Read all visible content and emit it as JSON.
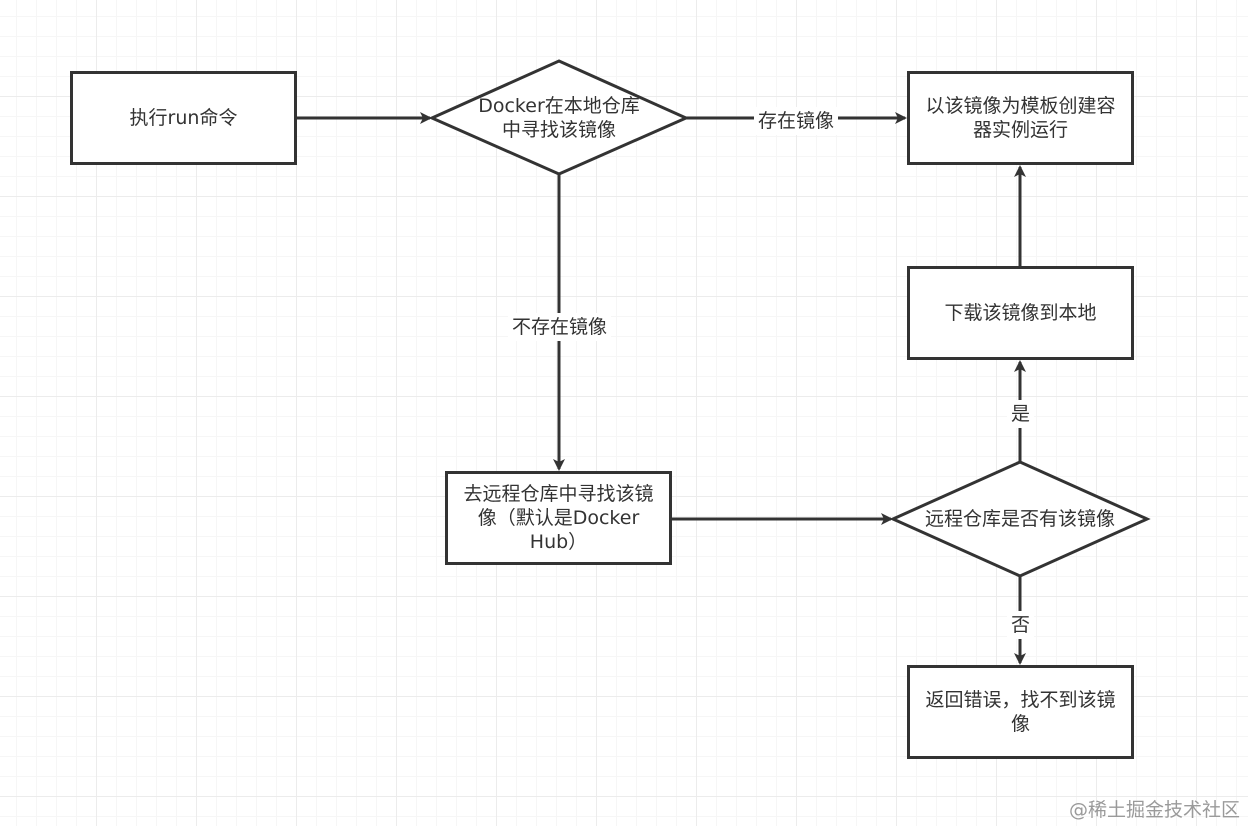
{
  "nodes": {
    "start": "执行run命令",
    "check_local": "Docker在本地仓库中寻找该镜像",
    "create_container": "以该镜像为模板创建容器实例运行",
    "download": "下载该镜像到本地",
    "search_remote": "去远程仓库中寻找该镜像（默认是Docker Hub）",
    "check_remote": "远程仓库是否有该镜像",
    "error": "返回错误，找不到该镜像"
  },
  "edges": {
    "exists": "存在镜像",
    "not_exists": "不存在镜像",
    "yes": "是",
    "no": "否"
  },
  "watermark": "@稀土掘金技术社区",
  "colors": {
    "stroke": "#333333",
    "grid": "#ececec",
    "watermark": "#9a9a9a"
  }
}
